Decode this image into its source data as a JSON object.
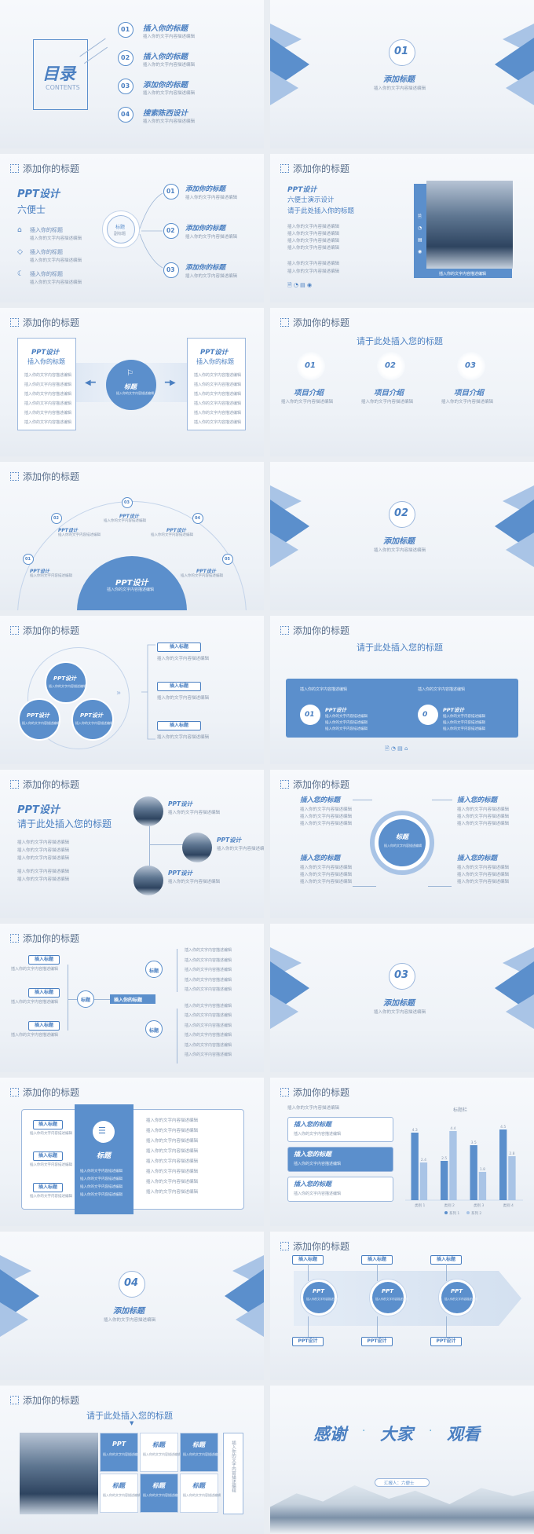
{
  "contents": {
    "title": "目录",
    "subtitle": "CONTENTS",
    "items": [
      {
        "num": "01",
        "title": "插入你的标题",
        "desc": "插入你的文字内容描述编辑"
      },
      {
        "num": "02",
        "title": "插入你的标题",
        "desc": "插入你的文字内容描述编辑"
      },
      {
        "num": "03",
        "title": "添加你的标题",
        "desc": "插入你的文字内容描述编辑"
      },
      {
        "num": "04",
        "title": "搜索陈西设计",
        "desc": "插入你的文字内容描述编辑"
      }
    ]
  },
  "header": "添加你的标题",
  "sections": [
    {
      "num": "01",
      "title": "添加标题",
      "desc": "插入你的文字内容描述编辑"
    },
    {
      "num": "02",
      "title": "添加标题",
      "desc": "插入你的文字内容描述编辑"
    },
    {
      "num": "03",
      "title": "添加标题",
      "desc": "插入你的文字内容描述编辑"
    },
    {
      "num": "04",
      "title": "添加标题",
      "desc": "插入你的文字内容描述编辑"
    }
  ],
  "s3": {
    "ppt": "PPT设计",
    "sub": "六便士",
    "items": [
      "插入你的标题",
      "插入你的标题",
      "插入你的标题"
    ],
    "item_desc": "插入你的文字内容描述编辑",
    "center": "标题",
    "center_sub": "副标题",
    "right": [
      {
        "num": "01",
        "title": "添加你的标题",
        "desc": "插入你的文字内容描述编辑"
      },
      {
        "num": "02",
        "title": "添加你的标题",
        "desc": "插入你的文字内容描述编辑"
      },
      {
        "num": "03",
        "title": "添加你的标题",
        "desc": "插入你的文字内容描述编辑"
      }
    ]
  },
  "s4": {
    "ppt": "PPT设计",
    "l1": "六便士演示设计",
    "l2": "请于此处插入你的标题",
    "lines": [
      "插入你的文字内容描述编辑",
      "插入你的文字内容描述编辑",
      "插入你的文字内容描述编辑",
      "插入你的文字内容描述编辑"
    ],
    "bullets": [
      "插入你的文字内容描述编辑",
      "插入你的文字内容描述编辑"
    ],
    "caption": "插入你的文字内容描述编辑"
  },
  "s5": {
    "ppt": "PPT设计",
    "sub": "插入你的标题",
    "center": "标题",
    "line": "插入你的文字内容描述编辑"
  },
  "s6": {
    "title": "请于此处插入您的标题",
    "items": [
      {
        "num": "01",
        "title": "项目介绍",
        "desc": "插入你的文字内容描述编辑"
      },
      {
        "num": "02",
        "title": "项目介绍",
        "desc": "插入你的文字内容描述编辑"
      },
      {
        "num": "03",
        "title": "项目介绍",
        "desc": "插入你的文字内容描述编辑"
      }
    ]
  },
  "s7": {
    "center": "PPT设计",
    "center_desc": "插入你的文字内容描述编辑",
    "nodes": [
      {
        "num": "01",
        "title": "PPT设计",
        "desc": "插入你的文字内容描述编辑"
      },
      {
        "num": "02",
        "title": "PPT设计",
        "desc": "插入你的文字内容描述编辑"
      },
      {
        "num": "03",
        "title": "PPT设计",
        "desc": "插入你的文字内容描述编辑"
      },
      {
        "num": "04",
        "title": "PPT设计",
        "desc": "插入你的文字内容描述编辑"
      },
      {
        "num": "05",
        "title": "PPT设计",
        "desc": "插入你的文字内容描述编辑"
      }
    ]
  },
  "s9": {
    "circles": [
      "PPT设计",
      "PPT设计",
      "PPT设计"
    ],
    "circle_desc": "插入你的文字内容描述编辑",
    "tags": [
      "插入标题",
      "插入标题",
      "插入标题"
    ],
    "tag_desc": "插入你的文字内容描述编辑"
  },
  "s10": {
    "title": "请于此处插入您的标题",
    "top_desc": "插入你的文字内容描述编辑",
    "items": [
      {
        "num": "01",
        "title": "PPT设计",
        "desc": "插入你的文字内容描述编辑"
      },
      {
        "num": "0",
        "title": "PPT设计",
        "desc": "插入你的文字内容描述编辑"
      }
    ]
  },
  "s11": {
    "ppt": "PPT设计",
    "title": "请于此处插入您的标题",
    "lines": [
      "插入你的文字内容描述编辑",
      "插入你的文字内容描述编辑",
      "插入你的文字内容描述编辑"
    ],
    "bullets": [
      "插入你的文字内容描述编辑",
      "插入你的文字内容描述编辑"
    ],
    "items": [
      {
        "title": "PPT设计",
        "desc": "插入你的文字内容描述编辑"
      },
      {
        "title": "PPT设计",
        "desc": "插入你的文字内容描述编辑"
      },
      {
        "title": "PPT设计",
        "desc": "插入你的文字内容描述编辑"
      }
    ]
  },
  "s12": {
    "center": "标题",
    "center_desc": "插入你的文字内容描述编辑",
    "items": [
      {
        "title": "插入您的标题",
        "desc": "插入你的文字内容描述编辑"
      },
      {
        "title": "插入您的标题",
        "desc": "插入你的文字内容描述编辑"
      },
      {
        "title": "插入您的标题",
        "desc": "插入你的文字内容描述编辑"
      },
      {
        "title": "插入您的标题",
        "desc": "插入你的文字内容描述编辑"
      }
    ]
  },
  "s13": {
    "left_tags": [
      "插入标题",
      "插入标题",
      "插入标题"
    ],
    "desc": "插入你的文字内容描述编辑",
    "root": "标题",
    "mid": "插入你的标题",
    "branch": "标题"
  },
  "s15": {
    "tags": [
      "插入标题",
      "插入标题",
      "插入标题"
    ],
    "center": "标题",
    "desc": "插入你的文字内容描述编辑"
  },
  "s16": {
    "top": "插入你的文字内容描述编辑",
    "items": [
      "插入您的标题",
      "插入您的标题",
      "插入您的标题"
    ],
    "desc": "插入你的文字内容描述编辑"
  },
  "chart_data": {
    "type": "bar",
    "title": "标题栏",
    "categories": [
      "类别 1",
      "类别 2",
      "类别 3",
      "类别 4"
    ],
    "series": [
      {
        "name": "系列 1",
        "values": [
          4.3,
          2.5,
          3.5,
          4.5
        ]
      },
      {
        "name": "系列 2",
        "values": [
          2.4,
          4.4,
          1.8,
          2.8
        ]
      }
    ],
    "ylim": [
      0,
      5
    ],
    "colors": [
      "#5b8fcc",
      "#a9c4e6"
    ]
  },
  "s18": {
    "tags": [
      "插入标题",
      "插入标题",
      "插入标题"
    ],
    "circles": [
      "PPT",
      "PPT",
      "PPT"
    ],
    "bottom_tags": [
      "PPT设计",
      "PPT设计",
      "PPT设计"
    ],
    "desc": "插入你的文字内容描述编辑"
  },
  "s19": {
    "title": "请于此处插入您的标题",
    "cells": [
      {
        "title": "PPT",
        "desc": "插入你的文字内容描述编辑"
      },
      {
        "title": "标题",
        "desc": "插入你的文字内容描述编辑"
      },
      {
        "title": "标题",
        "desc": "插入你的文字内容描述编辑"
      },
      {
        "title": "标题",
        "desc": "插入你的文字内容描述编辑"
      }
    ],
    "side": "插入你的文字内容描述编辑"
  },
  "end": {
    "words": [
      "感谢",
      "大家",
      "观看"
    ],
    "dot": "·",
    "sub": "汇报人：六便士"
  },
  "accent": "#5b8fcc"
}
